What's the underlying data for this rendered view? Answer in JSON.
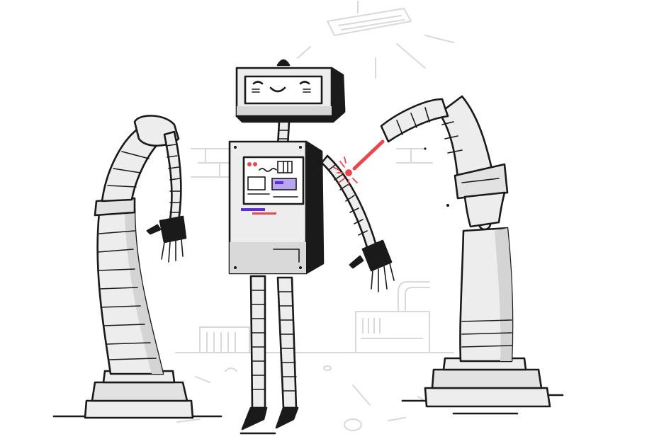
{
  "scene": {
    "description_visible_text": "",
    "colors": {
      "ink": "#1a1a1a",
      "body_fill": "#ededed",
      "body_shadow": "#cfcfcf",
      "background_sketch": "#d9d9d9",
      "laser_red": "#e8484e",
      "accent_purple": "#5b2fd6",
      "panel_lavender": "#b9a6f2"
    },
    "icons": [
      "robot-figure",
      "left-robotic-arm",
      "right-robotic-arm",
      "ceiling-lamp",
      "laser-beam",
      "spark-burst"
    ]
  }
}
